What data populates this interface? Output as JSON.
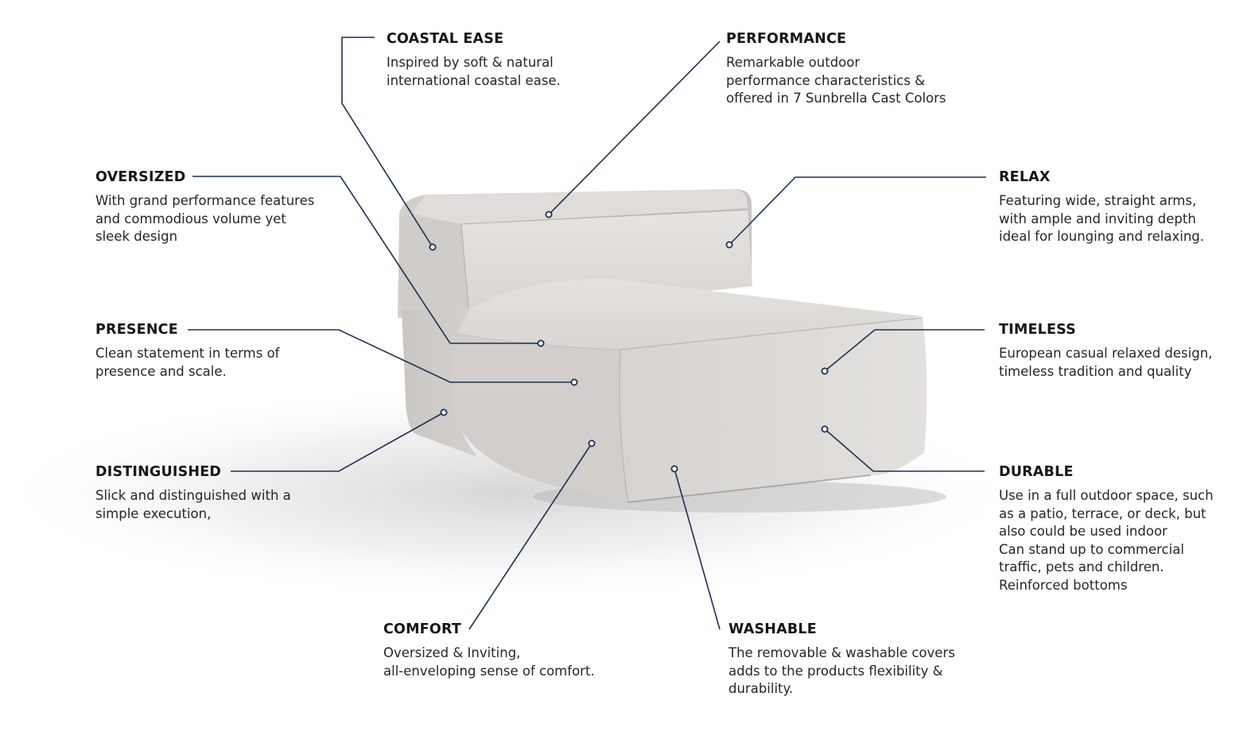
{
  "features": {
    "coastal_ease": {
      "title": "COASTAL EASE",
      "text": "Inspired by soft & natural\ninternational coastal ease."
    },
    "performance": {
      "title": "PERFORMANCE",
      "text": "Remarkable outdoor\nperformance characteristics &\noffered in 7 Sunbrella Cast Colors"
    },
    "oversized": {
      "title": "OVERSIZED",
      "text": "With grand performance features\nand commodious volume yet\nsleek design"
    },
    "relax": {
      "title": "RELAX",
      "text": "Featuring wide, straight arms,\nwith ample and inviting depth\nideal for lounging and relaxing."
    },
    "presence": {
      "title": "PRESENCE",
      "text": "Clean statement in terms of\npresence and scale."
    },
    "timeless": {
      "title": "TIMELESS",
      "text": "European casual relaxed design,\ntimeless tradition and quality"
    },
    "distinguished": {
      "title": "DISTINGUISHED",
      "text": "Slick and distinguished with a\nsimple execution,"
    },
    "durable": {
      "title": "DURABLE",
      "text": "Use in a full outdoor space, such\nas a patio, terrace, or deck, but\nalso could be used indoor\nCan stand up to commercial\ntraffic, pets and children.\nReinforced bottoms"
    },
    "comfort": {
      "title": "COMFORT",
      "text": "Oversized & Inviting,\nall-enveloping sense of comfort."
    },
    "washable": {
      "title": "WASHABLE",
      "text": "The removable & washable covers\nadds to the products flexibility &\ndurability."
    }
  },
  "colors": {
    "leader_line": "#1f2f52",
    "heading": "#161616",
    "body_text": "#262626",
    "chair_fabric": "#d9d6d3",
    "background": "#ffffff"
  }
}
